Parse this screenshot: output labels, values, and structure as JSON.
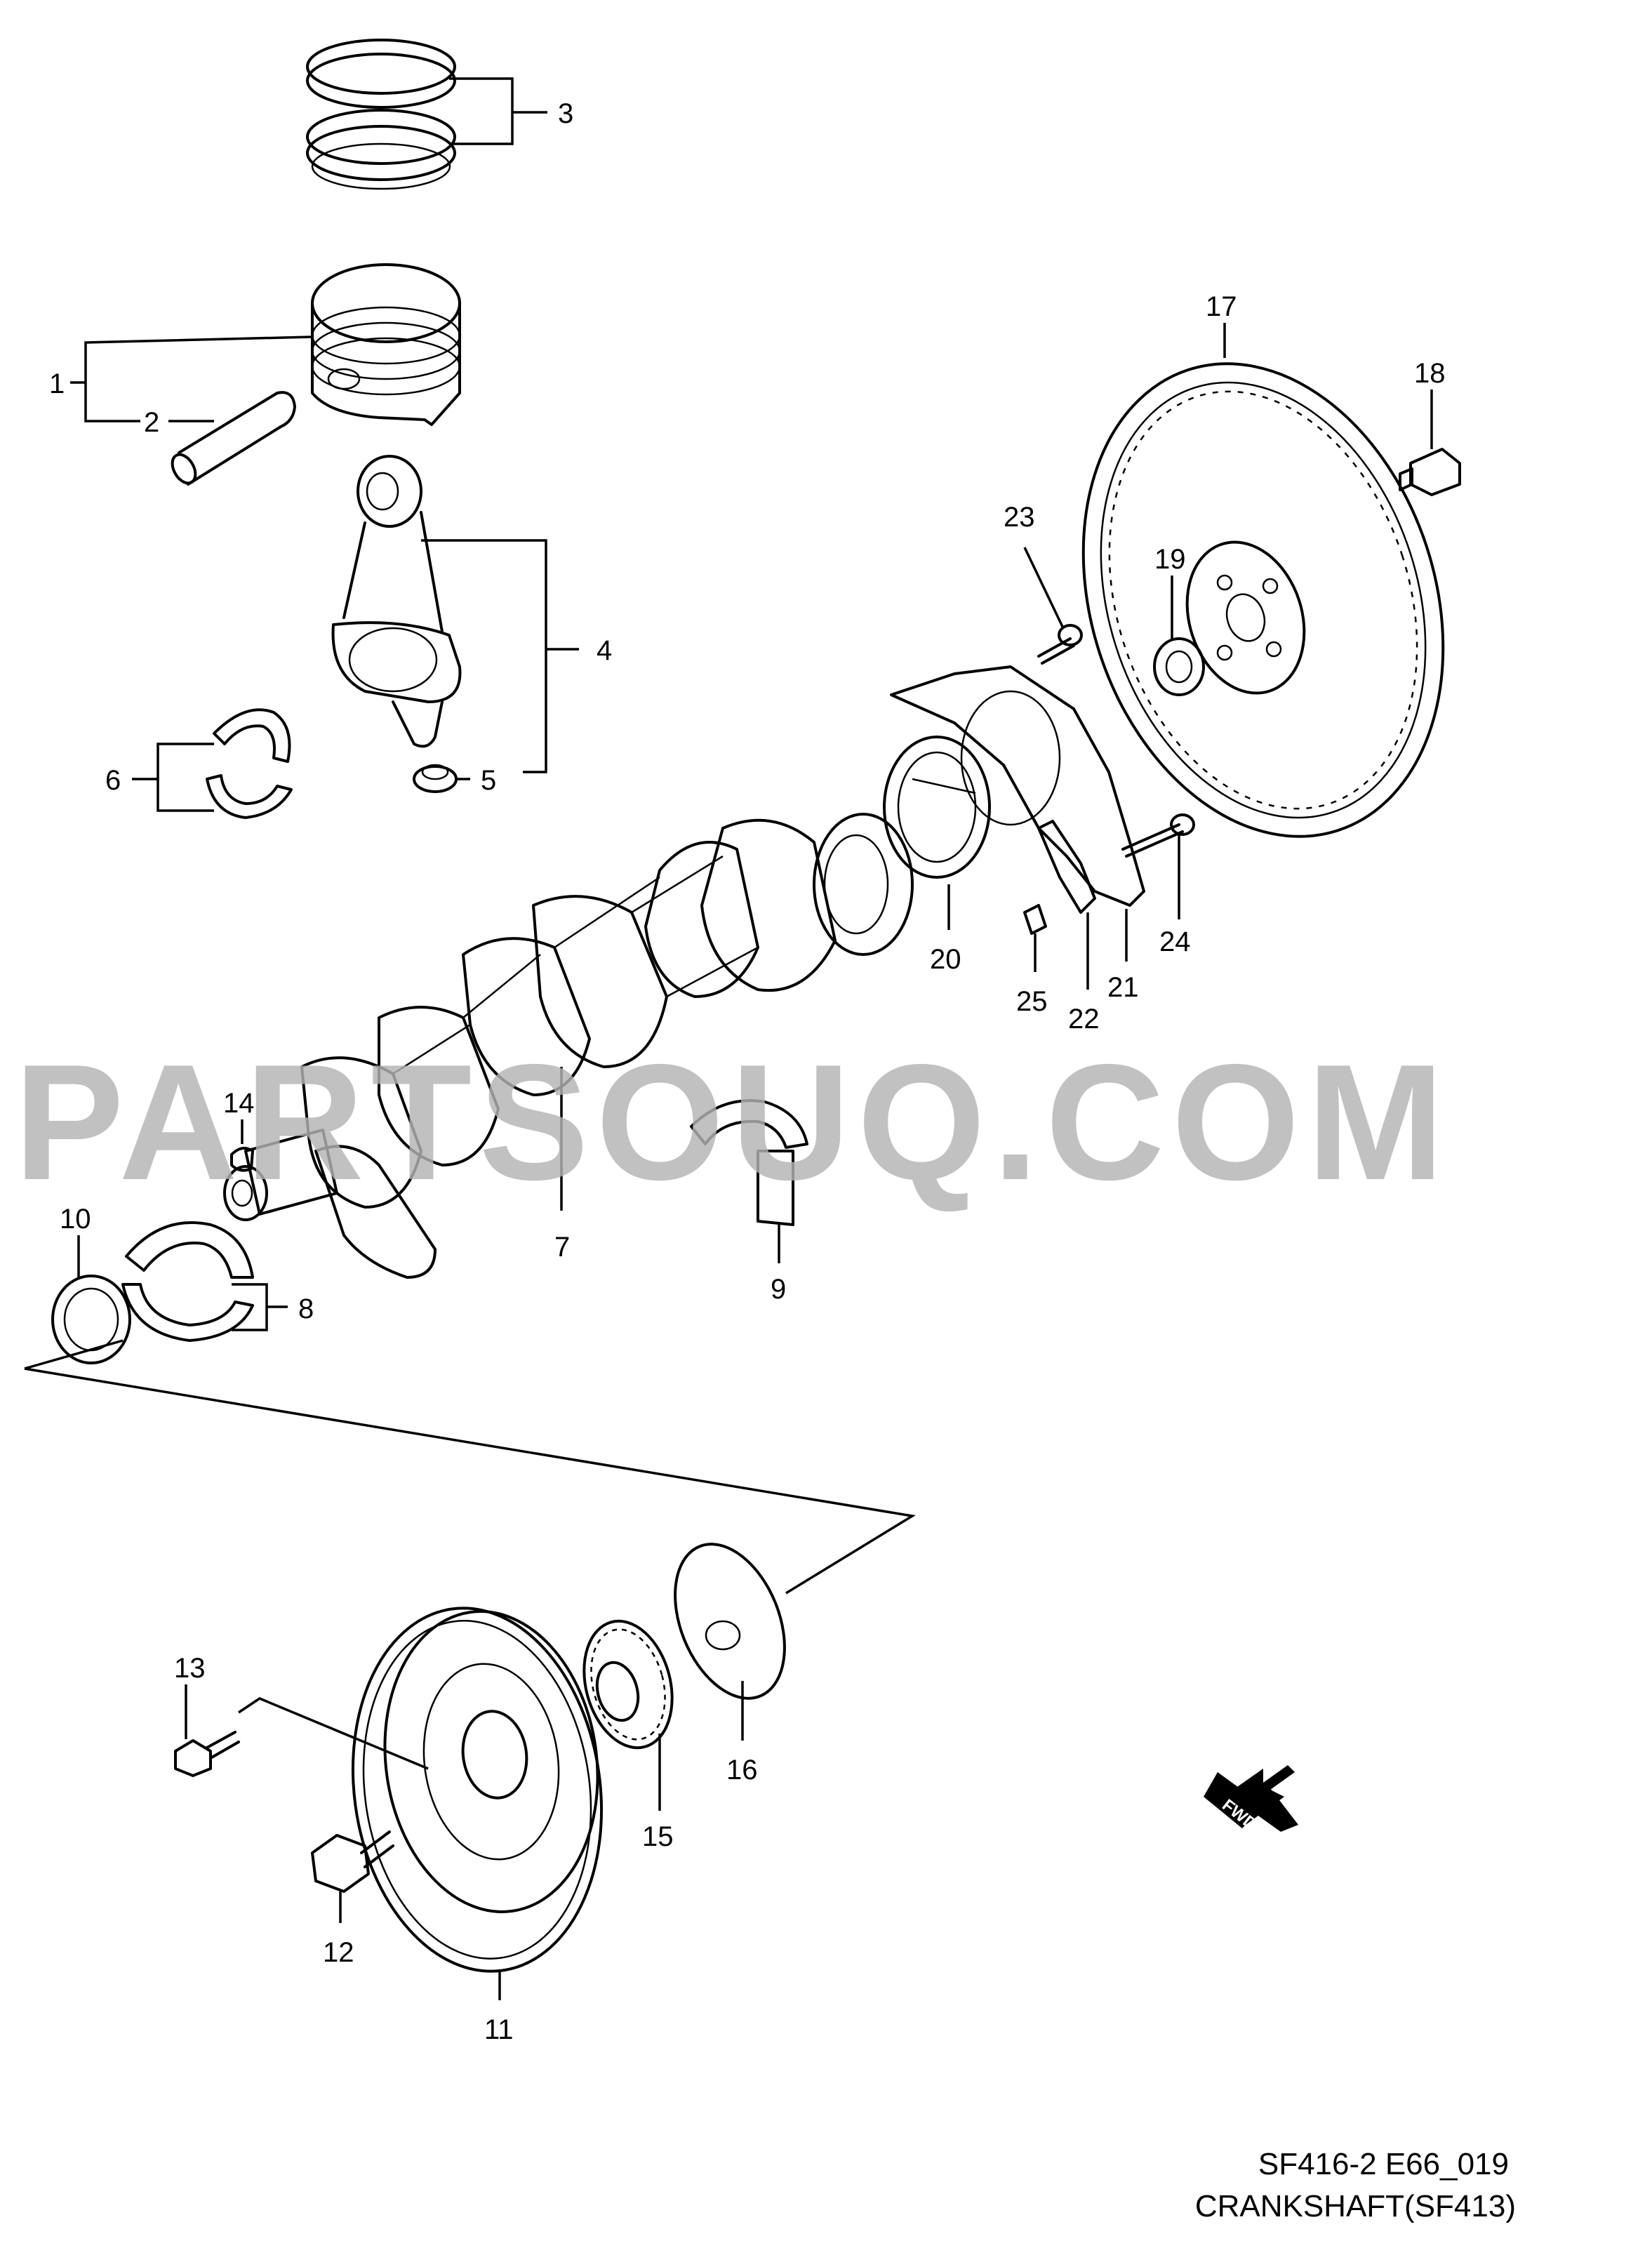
{
  "watermark": "PARTSOUQ.COM",
  "diagram": {
    "code": "SF416-2 E66_019",
    "title": "CRANKSHAFT(SF413)",
    "direction_label": "FWD"
  },
  "callouts": [
    {
      "id": "c1",
      "label": "1"
    },
    {
      "id": "c2",
      "label": "2"
    },
    {
      "id": "c3",
      "label": "3"
    },
    {
      "id": "c4",
      "label": "4"
    },
    {
      "id": "c5",
      "label": "5"
    },
    {
      "id": "c6",
      "label": "6"
    },
    {
      "id": "c7",
      "label": "7"
    },
    {
      "id": "c8",
      "label": "8"
    },
    {
      "id": "c9",
      "label": "9"
    },
    {
      "id": "c10",
      "label": "10"
    },
    {
      "id": "c11",
      "label": "11"
    },
    {
      "id": "c12",
      "label": "12"
    },
    {
      "id": "c13",
      "label": "13"
    },
    {
      "id": "c14",
      "label": "14"
    },
    {
      "id": "c15",
      "label": "15"
    },
    {
      "id": "c16",
      "label": "16"
    },
    {
      "id": "c17",
      "label": "17"
    },
    {
      "id": "c18",
      "label": "18"
    },
    {
      "id": "c19",
      "label": "19"
    },
    {
      "id": "c20",
      "label": "20"
    },
    {
      "id": "c21",
      "label": "21"
    },
    {
      "id": "c22",
      "label": "22"
    },
    {
      "id": "c23",
      "label": "23"
    },
    {
      "id": "c24",
      "label": "24"
    },
    {
      "id": "c25",
      "label": "25"
    }
  ]
}
